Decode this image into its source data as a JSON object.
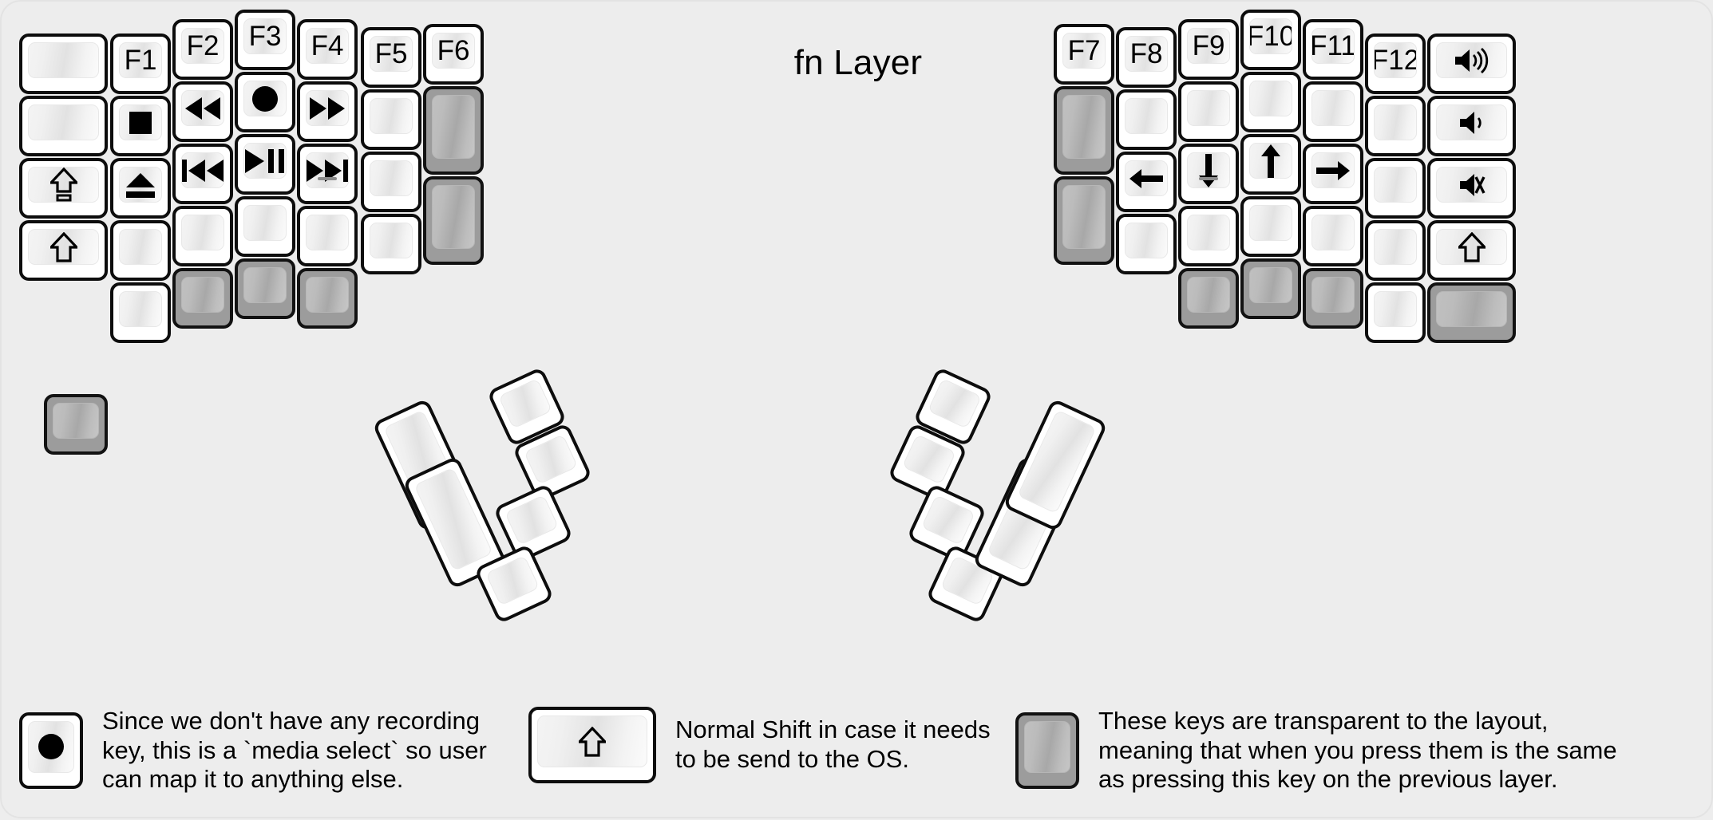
{
  "title": "fn Layer",
  "colors": {
    "background": "#ededed",
    "key_face": "#ffffff",
    "key_border": "#0d0d0d",
    "key_cap_light": "#f4f4f4",
    "key_cap_shade": "#e2e2e2",
    "transparent_key": "#9c9c9c",
    "legend_text": "#000000"
  },
  "left_half": {
    "columns": [
      {
        "name": "pinky-outer",
        "keys": [
          {
            "label": "",
            "icon": "",
            "state": "normal"
          },
          {
            "label": "",
            "icon": "",
            "state": "normal"
          },
          {
            "label": "",
            "icon": "caps-lock-icon",
            "state": "normal"
          },
          {
            "label": "",
            "icon": "shift-icon",
            "state": "normal"
          },
          {
            "label": "",
            "icon": "",
            "state": "transparent"
          }
        ]
      },
      {
        "name": "pinky",
        "keys": [
          {
            "label": "F1",
            "icon": "",
            "state": "normal"
          },
          {
            "label": "",
            "icon": "media-stop-icon",
            "state": "normal"
          },
          {
            "label": "",
            "icon": "media-eject-icon",
            "state": "normal"
          },
          {
            "label": "",
            "icon": "",
            "state": "normal"
          },
          {
            "label": "",
            "icon": "",
            "state": "normal"
          }
        ]
      },
      {
        "name": "ring",
        "keys": [
          {
            "label": "F2",
            "icon": "",
            "state": "normal"
          },
          {
            "label": "",
            "icon": "media-rewind-icon",
            "state": "normal"
          },
          {
            "label": "",
            "icon": "media-previous-icon",
            "state": "normal"
          },
          {
            "label": "",
            "icon": "",
            "state": "normal"
          },
          {
            "label": "",
            "icon": "",
            "state": "transparent"
          }
        ]
      },
      {
        "name": "middle",
        "keys": [
          {
            "label": "F3",
            "icon": "",
            "state": "normal"
          },
          {
            "label": "",
            "icon": "media-record-icon",
            "state": "normal"
          },
          {
            "label": "",
            "icon": "media-play-pause-icon",
            "state": "normal"
          },
          {
            "label": "",
            "icon": "",
            "state": "normal"
          },
          {
            "label": "",
            "icon": "",
            "state": "transparent"
          }
        ]
      },
      {
        "name": "index",
        "keys": [
          {
            "label": "F4",
            "icon": "",
            "state": "normal"
          },
          {
            "label": "",
            "icon": "media-fast-forward-icon",
            "state": "normal"
          },
          {
            "label": "",
            "icon": "media-next-icon",
            "state": "normal",
            "homebar": true
          },
          {
            "label": "",
            "icon": "",
            "state": "normal"
          },
          {
            "label": "",
            "icon": "",
            "state": "transparent"
          }
        ]
      },
      {
        "name": "index-inner",
        "keys": [
          {
            "label": "F5",
            "icon": "",
            "state": "normal"
          },
          {
            "label": "",
            "icon": "",
            "state": "normal"
          },
          {
            "label": "",
            "icon": "",
            "state": "normal"
          },
          {
            "label": "",
            "icon": "",
            "state": "normal"
          }
        ]
      },
      {
        "name": "inner-extra",
        "keys": [
          {
            "label": "F6",
            "icon": "",
            "state": "normal"
          },
          {
            "label": "",
            "icon": "",
            "state": "transparent"
          },
          {
            "label": "",
            "icon": "",
            "state": "transparent"
          }
        ]
      }
    ],
    "thumb_cluster": [
      {
        "name": "thumb-big-outer",
        "label": "",
        "icon": "",
        "state": "normal"
      },
      {
        "name": "thumb-big-inner",
        "label": "",
        "icon": "",
        "state": "normal"
      },
      {
        "name": "thumb-top-outer",
        "label": "",
        "icon": "",
        "state": "normal"
      },
      {
        "name": "thumb-top-inner",
        "label": "",
        "icon": "",
        "state": "normal"
      },
      {
        "name": "thumb-mid-inner",
        "label": "",
        "icon": "",
        "state": "normal"
      },
      {
        "name": "thumb-bottom-inner",
        "label": "",
        "icon": "",
        "state": "normal"
      }
    ]
  },
  "right_half": {
    "columns": [
      {
        "name": "index-inner",
        "keys": [
          {
            "label": "F7",
            "icon": "",
            "state": "normal"
          },
          {
            "label": "",
            "icon": "",
            "state": "transparent"
          },
          {
            "label": "",
            "icon": "",
            "state": "transparent"
          }
        ]
      },
      {
        "name": "index",
        "keys": [
          {
            "label": "F8",
            "icon": "",
            "state": "normal"
          },
          {
            "label": "",
            "icon": "",
            "state": "normal"
          },
          {
            "label": "",
            "icon": "arrow-left-icon",
            "state": "normal"
          },
          {
            "label": "",
            "icon": "",
            "state": "normal"
          }
        ]
      },
      {
        "name": "middle",
        "keys": [
          {
            "label": "F9",
            "icon": "",
            "state": "normal"
          },
          {
            "label": "",
            "icon": "",
            "state": "normal"
          },
          {
            "label": "",
            "icon": "arrow-down-icon",
            "state": "normal",
            "homebar": true
          },
          {
            "label": "",
            "icon": "",
            "state": "normal"
          },
          {
            "label": "",
            "icon": "",
            "state": "transparent"
          }
        ]
      },
      {
        "name": "ring",
        "keys": [
          {
            "label": "F10",
            "icon": "",
            "state": "normal"
          },
          {
            "label": "",
            "icon": "",
            "state": "normal"
          },
          {
            "label": "",
            "icon": "arrow-up-icon",
            "state": "normal"
          },
          {
            "label": "",
            "icon": "",
            "state": "normal"
          },
          {
            "label": "",
            "icon": "",
            "state": "transparent"
          }
        ]
      },
      {
        "name": "pinky",
        "keys": [
          {
            "label": "F11",
            "icon": "",
            "state": "normal"
          },
          {
            "label": "",
            "icon": "",
            "state": "normal"
          },
          {
            "label": "",
            "icon": "arrow-right-icon",
            "state": "normal"
          },
          {
            "label": "",
            "icon": "",
            "state": "normal"
          },
          {
            "label": "",
            "icon": "",
            "state": "transparent"
          }
        ]
      },
      {
        "name": "pinky-outer",
        "keys": [
          {
            "label": "F12",
            "icon": "",
            "state": "normal"
          },
          {
            "label": "",
            "icon": "",
            "state": "normal"
          },
          {
            "label": "",
            "icon": "",
            "state": "normal"
          },
          {
            "label": "",
            "icon": "",
            "state": "normal"
          },
          {
            "label": "",
            "icon": "",
            "state": "normal"
          }
        ]
      },
      {
        "name": "outer-extra",
        "keys": [
          {
            "label": "",
            "icon": "volume-up-icon",
            "state": "normal"
          },
          {
            "label": "",
            "icon": "volume-down-icon",
            "state": "normal"
          },
          {
            "label": "",
            "icon": "volume-mute-icon",
            "state": "normal"
          },
          {
            "label": "",
            "icon": "shift-icon",
            "state": "normal"
          },
          {
            "label": "",
            "icon": "",
            "state": "transparent"
          }
        ]
      }
    ],
    "thumb_cluster": [
      {
        "name": "thumb-top-outer",
        "label": "",
        "icon": "",
        "state": "normal"
      },
      {
        "name": "thumb-top-inner",
        "label": "",
        "icon": "",
        "state": "normal"
      },
      {
        "name": "thumb-mid-inner",
        "label": "",
        "icon": "",
        "state": "normal"
      },
      {
        "name": "thumb-bottom-inner",
        "label": "",
        "icon": "",
        "state": "normal"
      },
      {
        "name": "thumb-big-inner",
        "label": "",
        "icon": "",
        "state": "normal"
      },
      {
        "name": "thumb-big-outer",
        "label": "",
        "icon": "",
        "state": "normal"
      }
    ]
  },
  "legend": [
    {
      "icon": "media-record-icon",
      "state": "normal",
      "text": "Since we don't have any recording\nkey, this is a `media select` so user\ncan map it to anything else."
    },
    {
      "icon": "shift-icon",
      "state": "normal",
      "text": "Normal Shift in case it needs\nto be send to the OS."
    },
    {
      "icon": "",
      "state": "transparent",
      "text": "These keys are transparent to the layout,\nmeaning that when you press them is the same\nas pressing this key on the previous layer."
    }
  ]
}
